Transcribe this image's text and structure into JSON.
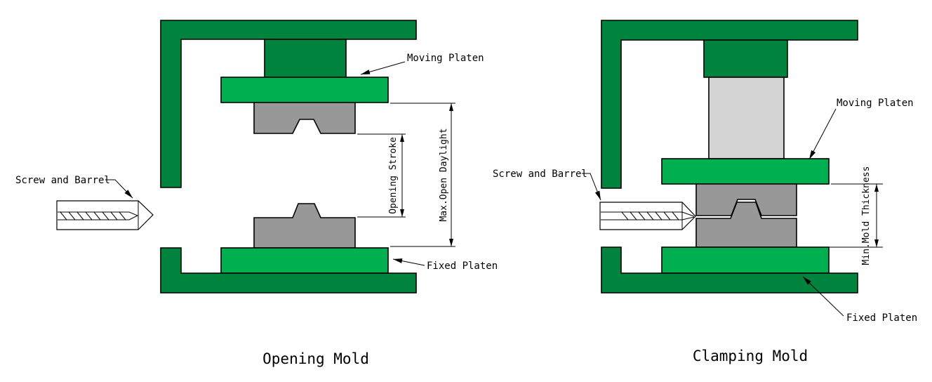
{
  "diagrams": {
    "left": {
      "caption": "Opening Mold",
      "labels": {
        "moving_platen": "Moving Platen",
        "fixed_platen": "Fixed Platen",
        "screw_and_barrel": "Screw and Barrel"
      },
      "dimensions": {
        "opening_stroke": "Opening Stroke",
        "max_open_daylight": "Max.Open Daylight"
      }
    },
    "right": {
      "caption": "Clamping Mold",
      "labels": {
        "moving_platen": "Moving Platen",
        "fixed_platen": "Fixed Platen",
        "screw_and_barrel": "Screw and Barrel"
      },
      "dimensions": {
        "min_mold_thickness": "Min.Mold Thickness"
      }
    }
  },
  "colors": {
    "frame_dark_green": "#00843d",
    "platen_green": "#00b050",
    "mold_gray": "#989898",
    "column_light_gray": "#d4d4d4",
    "barrel_white": "#ffffff"
  }
}
